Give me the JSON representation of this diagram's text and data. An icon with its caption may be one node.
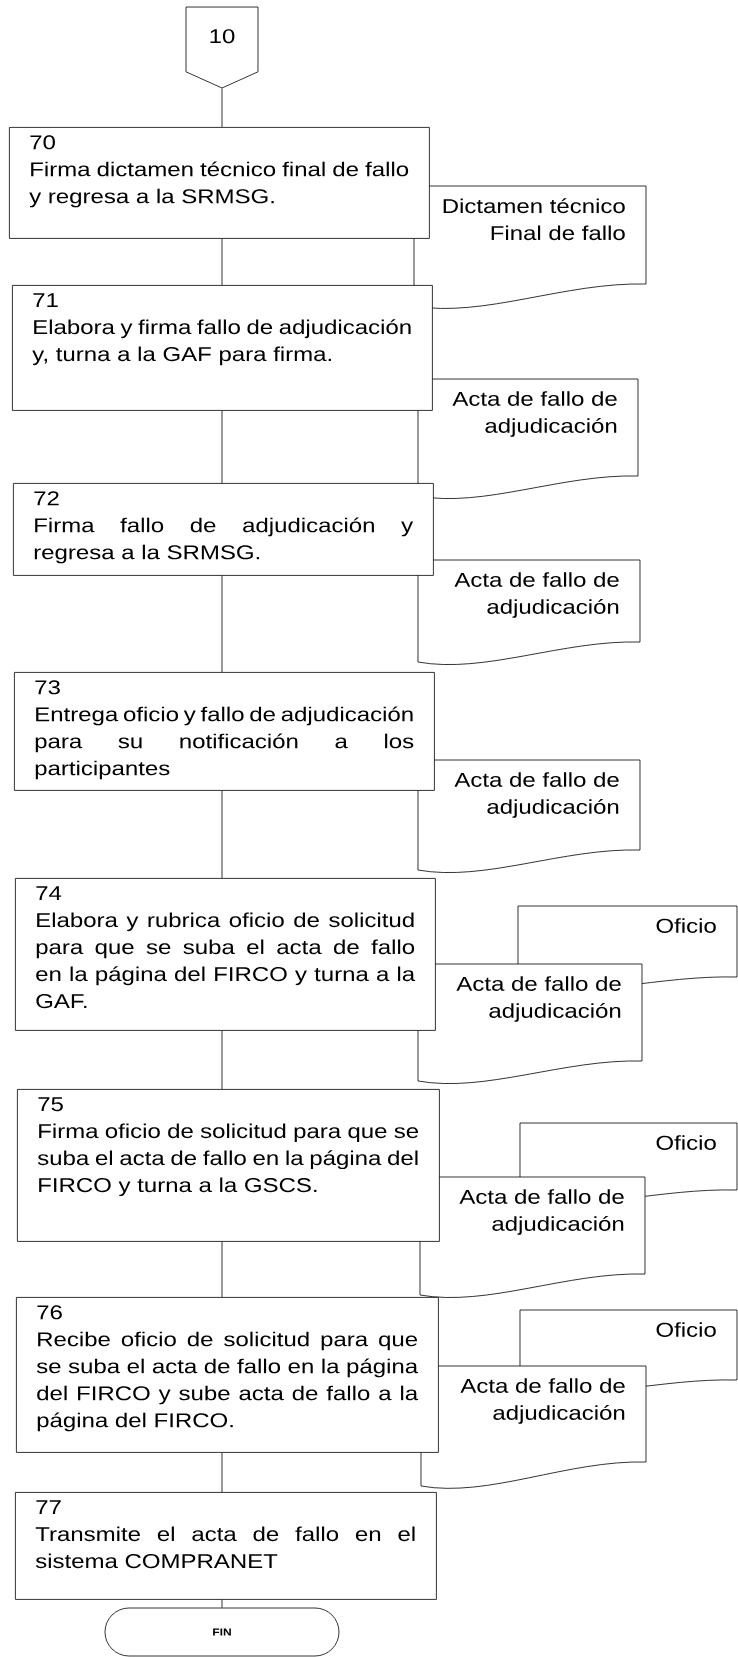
{
  "diagram": {
    "nodes": [
      {
        "text": [
          "10"
        ]
      },
      {
        "text": [
          "70",
          "Firma dictamen técnico final de fallo y regresa a la SRMSG."
        ]
      },
      {
        "text": [
          "Dictamen técnico Final de fallo"
        ]
      },
      {
        "text": [
          "71",
          "Elabora y firma fallo de adjudicación y, turna a la GAF para firma."
        ]
      },
      {
        "text": [
          "Acta de fallo de adjudicación"
        ]
      },
      {
        "text": [
          "72",
          "Firma fallo de adjudicación y regresa a la SRMSG."
        ]
      },
      {
        "text": [
          "Acta de fallo de adjudicación"
        ]
      },
      {
        "text": [
          "73",
          "Entrega oficio y fallo de adjudicación para su notificación a los participantes"
        ]
      },
      {
        "text": [
          "Acta de fallo de adjudicación"
        ]
      },
      {
        "text": [
          "74",
          "Elabora y rubrica oficio de solicitud para que se suba el acta de fallo en la página del FIRCO y turna a la GAF."
        ]
      },
      {
        "text": [
          "Oficio"
        ]
      },
      {
        "text": [
          "Acta de fallo de adjudicación"
        ]
      },
      {
        "text": [
          "75",
          "Firma oficio de solicitud para que se suba el acta de fallo en la página del FIRCO y turna a la GSCS."
        ]
      },
      {
        "text": [
          "Oficio"
        ]
      },
      {
        "text": [
          "Acta de fallo de adjudicación"
        ]
      },
      {
        "text": [
          "76",
          "Recibe oficio de solicitud para que se suba el acta de fallo en la página del FIRCO y sube acta de fallo a la página del FIRCO."
        ]
      },
      {
        "text": [
          "Oficio"
        ]
      },
      {
        "text": [
          "Acta de fallo de adjudicación"
        ]
      },
      {
        "text": [
          "77",
          "Transmite el acta de fallo en el sistema COMPRANET"
        ]
      },
      {
        "text": [
          "FIN"
        ]
      }
    ],
    "edges": [
      {
        "from": 0,
        "to": 1,
        "arrow": "none"
      },
      {
        "from": 1,
        "to": 3,
        "arrow": "none"
      },
      {
        "from": 3,
        "to": 5,
        "arrow": "none"
      },
      {
        "from": 5,
        "to": 7,
        "arrow": "none"
      },
      {
        "from": 7,
        "to": 9,
        "arrow": "none"
      },
      {
        "from": 9,
        "to": 12,
        "arrow": "none"
      },
      {
        "from": 12,
        "to": 15,
        "arrow": "none"
      },
      {
        "from": 15,
        "to": 18,
        "arrow": "none"
      },
      {
        "from": 18,
        "to": 19,
        "arrow": "none"
      }
    ]
  }
}
